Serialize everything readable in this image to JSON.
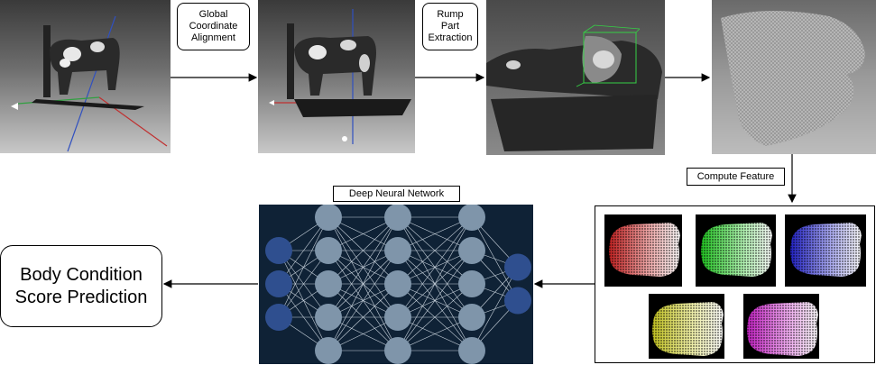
{
  "steps": {
    "alignment": "Global\nCoordinate\nAlignment",
    "extraction": "Rump Part\nExtraction",
    "compute_feature": "Compute Feature",
    "network": "Deep Neural Network"
  },
  "result": "Body Condition\nScore Prediction",
  "colors": {
    "network_bg": "#0f2236",
    "input_node": "#2f4f8f",
    "hidden_node": "#7f95aa",
    "output_node": "#2f4f8f"
  },
  "network_layers": [
    3,
    5,
    5,
    5,
    2
  ],
  "feature_map_colors": [
    "red",
    "green",
    "blue",
    "yellow",
    "magenta"
  ]
}
